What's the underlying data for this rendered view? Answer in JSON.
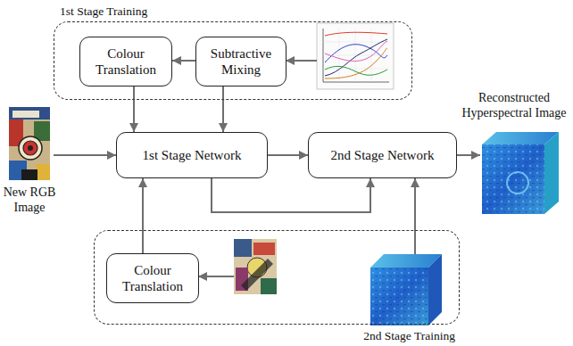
{
  "diagram": {
    "nodes": [
      {
        "text": [
          "1st Stage Training"
        ]
      },
      {
        "text": [
          "Colour Translation"
        ],
        "in": 0
      },
      {
        "text": [
          "Subtractive Mixing"
        ],
        "in": 0
      },
      {
        "text": [
          "1st Stage Network"
        ]
      },
      {
        "text": [
          "2nd Stage Network"
        ]
      },
      {
        "text": [
          "2nd Stage Training"
        ]
      },
      {
        "text": [
          "Colour Translation"
        ],
        "in": 5
      }
    ],
    "edges": [
      {
        "from": 2,
        "to": 1,
        "arrow": "to"
      },
      {
        "from": 1,
        "to": 3,
        "arrow": "to"
      },
      {
        "from": 2,
        "to": 3,
        "arrow": "to"
      },
      {
        "from": 3,
        "to": 4,
        "arrow": "to"
      },
      {
        "from": 3,
        "to": 4,
        "arrow": "to"
      },
      {
        "from": 6,
        "to": 3,
        "arrow": "to"
      }
    ],
    "labels": [
      "New RGB Image",
      "Reconstructed Hyperspectral Image"
    ]
  }
}
